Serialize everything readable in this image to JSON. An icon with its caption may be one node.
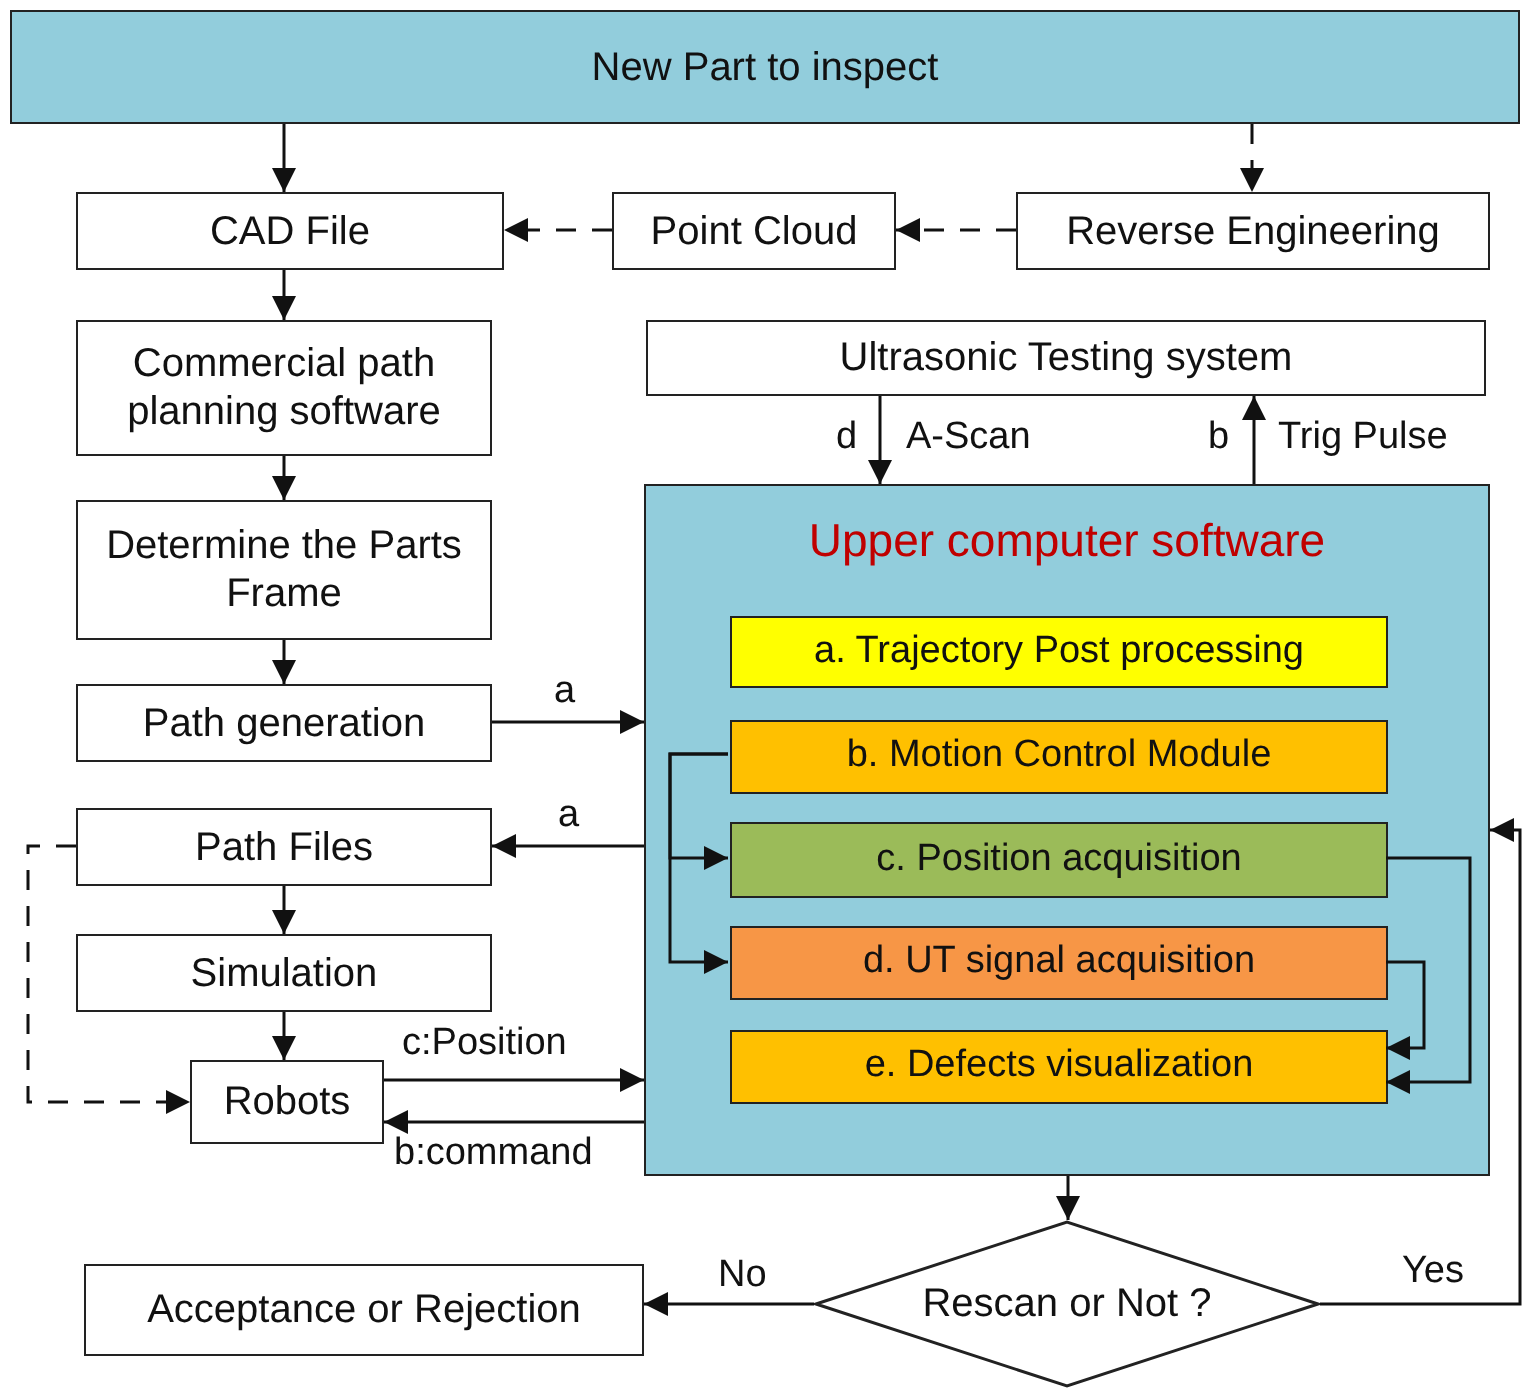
{
  "diagram": {
    "nodes": [
      {
        "text": [
          "New Part to inspect"
        ]
      },
      {
        "text": [
          "CAD File"
        ]
      },
      {
        "text": [
          "Point Cloud"
        ]
      },
      {
        "text": [
          "Reverse Engineering"
        ]
      },
      {
        "text": [
          "Commercial path planning software"
        ]
      },
      {
        "text": [
          "Ultrasonic Testing  system"
        ]
      },
      {
        "text": [
          "Determine the Parts Frame"
        ]
      },
      {
        "text": [
          "Path generation"
        ]
      },
      {
        "text": [
          "Upper computer software"
        ]
      },
      {
        "text": [
          "a. Trajectory Post processing"
        ],
        "in": 8
      },
      {
        "text": [
          "b. Motion Control Module"
        ],
        "in": 8
      },
      {
        "text": [
          "c. Position acquisition"
        ],
        "in": 8
      },
      {
        "text": [
          "d. UT signal acquisition"
        ],
        "in": 8
      },
      {
        "text": [
          "e. Defects visualization"
        ],
        "in": 8
      },
      {
        "text": [
          "Path Files"
        ]
      },
      {
        "text": [
          "Simulation"
        ]
      },
      {
        "text": [
          "Robots"
        ]
      },
      {
        "text": [
          "Acceptance or Rejection"
        ]
      },
      {
        "text": [
          "Rescan or Not ?"
        ]
      }
    ],
    "edges": [
      {
        "from": 0,
        "to": 1,
        "arrow": "to"
      },
      {
        "from": 0,
        "to": 3,
        "arrow": "to",
        "style": "dashed"
      },
      {
        "from": 3,
        "to": 2,
        "arrow": "to",
        "style": "dashed"
      },
      {
        "from": 2,
        "to": 1,
        "arrow": "to",
        "style": "dashed"
      },
      {
        "from": 1,
        "to": 4,
        "arrow": "to"
      },
      {
        "from": 4,
        "to": 6,
        "arrow": "to"
      },
      {
        "from": 6,
        "to": 7,
        "arrow": "to"
      },
      {
        "from": 7,
        "to": 8,
        "arrow": "to",
        "label": "a"
      },
      {
        "from": 5,
        "to": 8,
        "arrow": "to",
        "label": "A-Scan"
      },
      {
        "from": 8,
        "to": 5,
        "arrow": "to",
        "label": "Trig Pulse"
      },
      {
        "from": 8,
        "to": 14,
        "arrow": "to",
        "label": "a"
      },
      {
        "from": 14,
        "to": 15,
        "arrow": "to"
      },
      {
        "from": 15,
        "to": 16,
        "arrow": "to"
      },
      {
        "from": 14,
        "to": 16,
        "arrow": "to",
        "style": "dashed"
      },
      {
        "from": 16,
        "to": 8,
        "arrow": "to",
        "label": "c:Position"
      },
      {
        "from": 8,
        "to": 16,
        "arrow": "to",
        "label": "b:command"
      },
      {
        "from": 10,
        "to": 11,
        "arrow": "to"
      },
      {
        "from": 10,
        "to": 12,
        "arrow": "to"
      },
      {
        "from": 11,
        "to": 13,
        "arrow": "to"
      },
      {
        "from": 12,
        "to": 13,
        "arrow": "to"
      },
      {
        "from": 8,
        "to": 18,
        "arrow": "to"
      },
      {
        "from": 18,
        "to": 17,
        "arrow": "to",
        "label": "No"
      },
      {
        "from": 18,
        "to": 8,
        "arrow": "to",
        "label": "Yes"
      }
    ],
    "labels": [
      "d",
      "b"
    ]
  }
}
